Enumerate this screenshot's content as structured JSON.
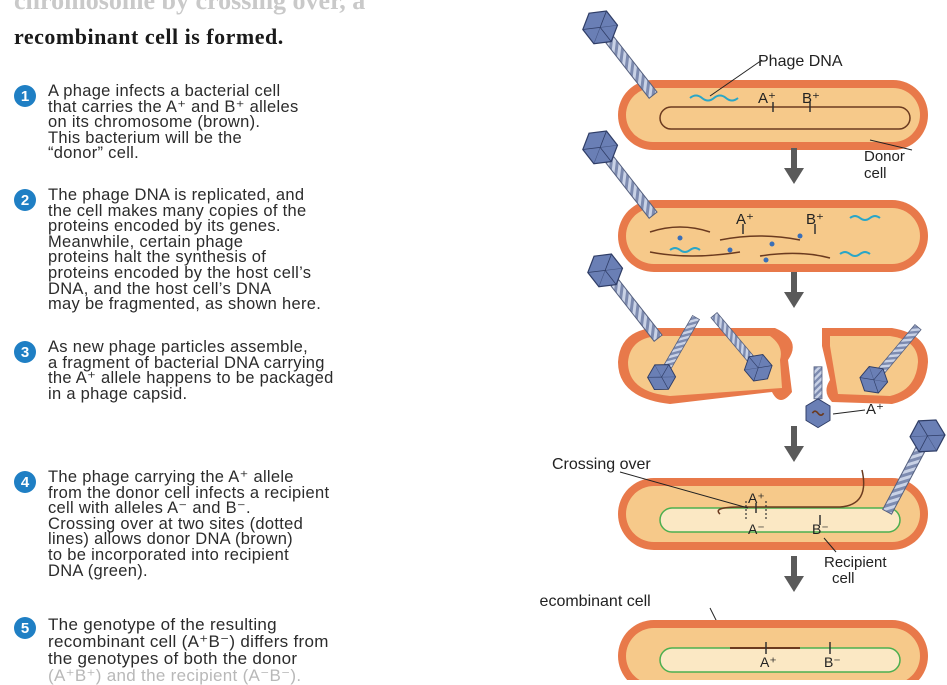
{
  "title": {
    "line1": "chromosome by crossing over, a",
    "line2": "recombinant cell is formed."
  },
  "steps": [
    {
      "num": "1",
      "text": "A phage infects a bacterial cell\nthat carries the A⁺ and B⁺ alleles\non its chromosome (brown).\nThis bacterium will be the\n“donor” cell."
    },
    {
      "num": "2",
      "text": "The phage DNA is replicated, and\nthe cell makes many copies of the\nproteins encoded by its genes.\nMeanwhile, certain phage\nproteins halt the synthesis of\nproteins encoded by the host cell’s\nDNA, and the host cell’s DNA\nmay be fragmented, as shown here."
    },
    {
      "num": "3",
      "text": "As new phage particles assemble,\na fragment of bacterial DNA carrying\nthe A⁺ allele happens to be packaged\nin a phage capsid."
    },
    {
      "num": "4",
      "text": "The phage carrying the A⁺ allele\nfrom the donor cell infects a recipient\ncell with alleles A⁻ and B⁻.\nCrossing over at two sites (dotted\nlines) allows donor DNA (brown)\nto be incorporated into recipient\nDNA (green)."
    },
    {
      "num": "5",
      "text": "The genotype of the resulting\nrecombinant cell (A⁺B⁻) differs from\nthe genotypes of both the donor",
      "faded_line": "(A⁺B⁺) and the recipient (A⁻B⁻)."
    }
  ],
  "diagram": {
    "phage_dna_label": "Phage DNA",
    "donor_label_1": "Donor",
    "donor_label_2": "cell",
    "a_plus": "A⁺",
    "b_plus": "B⁺",
    "a_minus": "A⁻",
    "b_minus": "B⁻",
    "crossing_over_label": "Crossing over",
    "recipient_label_1": "Recipient",
    "recipient_label_2": "cell",
    "recombinant_label": "Recombinant cell"
  },
  "colors": {
    "cell_outer": "#e8794a",
    "cell_inner": "#f6c98a",
    "cell_core": "#fbe8c4",
    "donor_dna": "#6b3a1f",
    "recipient_dna": "#4caf50",
    "phage_dna": "#2aa6c7",
    "phage_head": "#6a7fb5",
    "step_badge": "#1f7fc4",
    "arrow": "#5a5a5a"
  }
}
